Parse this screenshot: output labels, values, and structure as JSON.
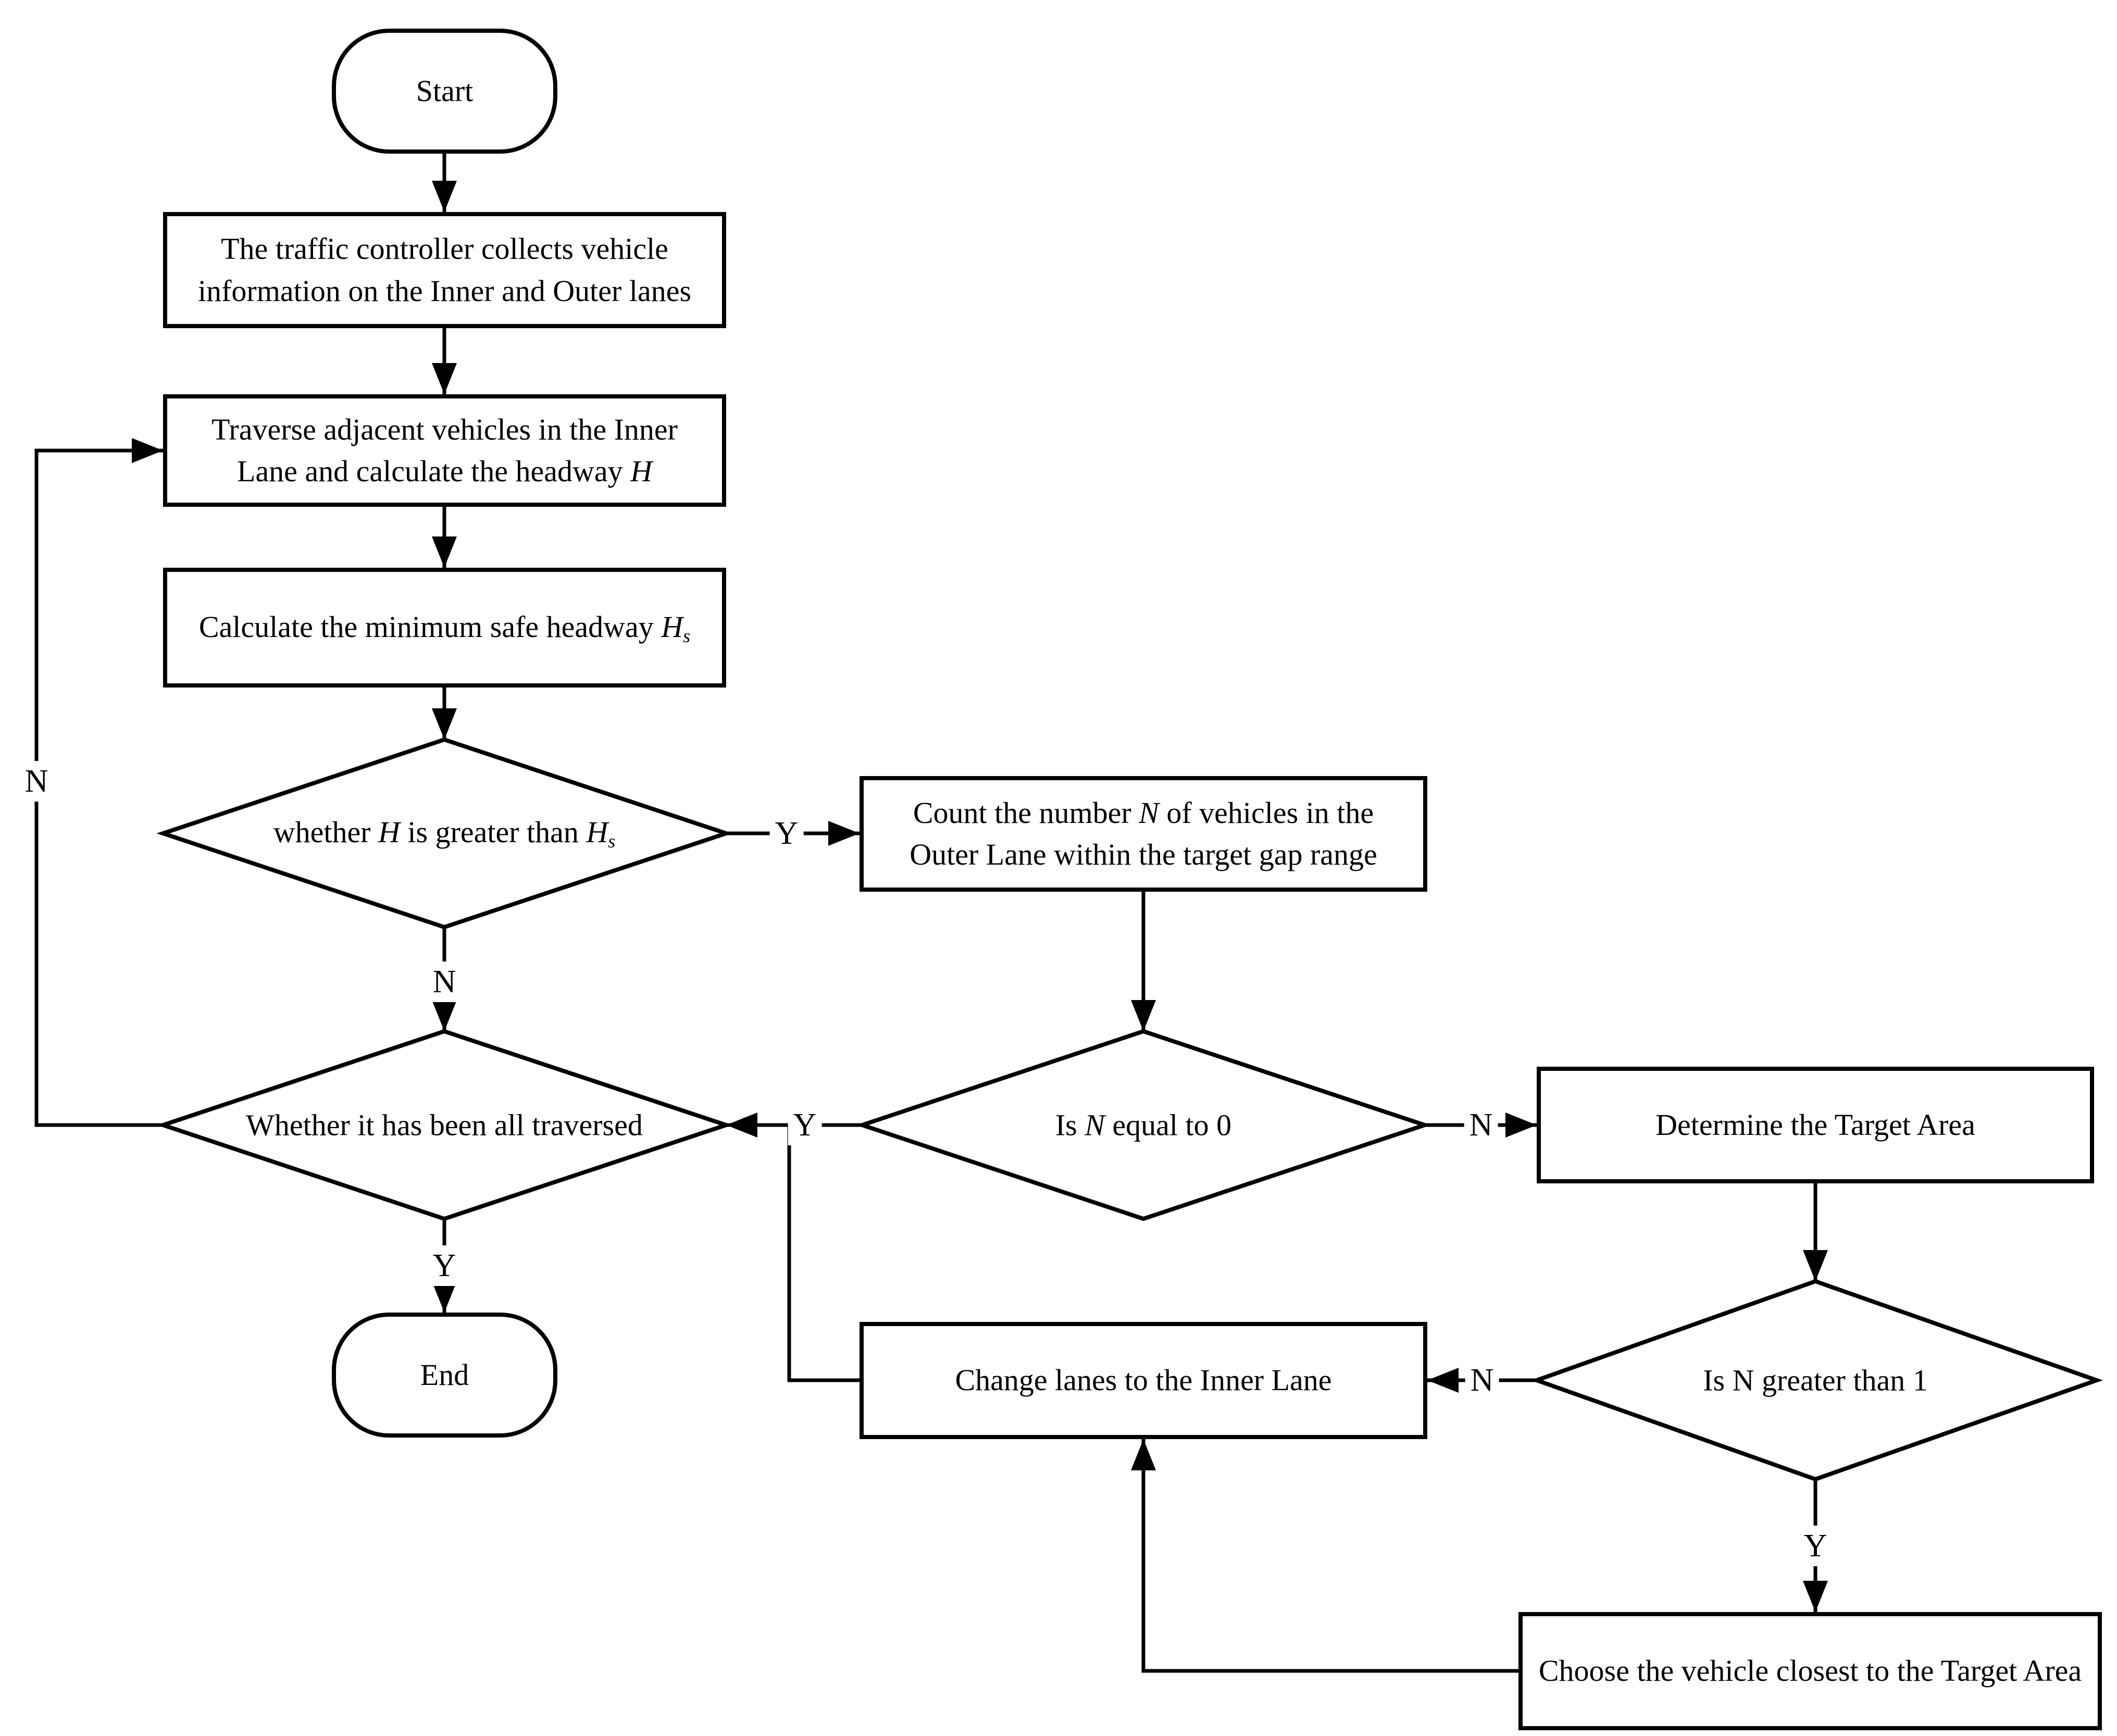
{
  "figure": {
    "type": "flowchart",
    "background_color": "#ffffff",
    "line_color": "#000000",
    "text_color": "#000000"
  },
  "nodes": {
    "start": {
      "shape": "terminator",
      "label": "Start"
    },
    "collect": {
      "shape": "process",
      "segments": [
        {
          "t": "The traffic controller collects vehicle information on the Inner and Outer lanes"
        }
      ]
    },
    "traverse": {
      "shape": "process",
      "segments": [
        {
          "t": "Traverse adjacent vehicles in the Inner Lane and calculate the headway "
        },
        {
          "t": "H",
          "i": true
        }
      ]
    },
    "min_safe": {
      "shape": "process",
      "segments": [
        {
          "t": "Calculate the minimum safe headway "
        },
        {
          "t": "H",
          "i": true
        },
        {
          "t": "s",
          "i": true,
          "sub": true
        }
      ]
    },
    "check_headway": {
      "shape": "decision",
      "segments": [
        {
          "t": "whether "
        },
        {
          "t": "H",
          "i": true
        },
        {
          "t": " is greater than "
        },
        {
          "t": "H",
          "i": true
        },
        {
          "t": "s",
          "i": true,
          "sub": true
        }
      ]
    },
    "count": {
      "shape": "process",
      "segments": [
        {
          "t": "Count the number "
        },
        {
          "t": "N",
          "i": true
        },
        {
          "t": " of vehicles in the Outer Lane within the target  gap range"
        }
      ]
    },
    "all_traversed": {
      "shape": "decision",
      "segments": [
        {
          "t": "Whether it has been all traversed"
        }
      ]
    },
    "n_equal_0": {
      "shape": "decision",
      "segments": [
        {
          "t": "Is "
        },
        {
          "t": "N",
          "i": true
        },
        {
          "t": " equal to 0"
        }
      ]
    },
    "determine_area": {
      "shape": "process",
      "segments": [
        {
          "t": "Determine the Target Area"
        }
      ]
    },
    "n_greater_1": {
      "shape": "decision",
      "segments": [
        {
          "t": "Is N greater than 1"
        }
      ]
    },
    "change_lanes": {
      "shape": "process",
      "segments": [
        {
          "t": "Change lanes to the Inner Lane"
        }
      ]
    },
    "choose_vehicle": {
      "shape": "process",
      "segments": [
        {
          "t": "Choose the vehicle closest to the Target Area"
        }
      ]
    },
    "end": {
      "shape": "terminator",
      "label": "End"
    }
  },
  "edges": [
    {
      "from": "start",
      "to": "collect",
      "label": ""
    },
    {
      "from": "collect",
      "to": "traverse",
      "label": ""
    },
    {
      "from": "traverse",
      "to": "min_safe",
      "label": ""
    },
    {
      "from": "min_safe",
      "to": "check_headway",
      "label": ""
    },
    {
      "from": "check_headway",
      "to": "count",
      "label": "Y"
    },
    {
      "from": "check_headway",
      "to": "all_traversed",
      "label": "N"
    },
    {
      "from": "count",
      "to": "n_equal_0",
      "label": ""
    },
    {
      "from": "n_equal_0",
      "to": "all_traversed",
      "label": "Y"
    },
    {
      "from": "n_equal_0",
      "to": "determine_area",
      "label": "N"
    },
    {
      "from": "determine_area",
      "to": "n_greater_1",
      "label": ""
    },
    {
      "from": "n_greater_1",
      "to": "change_lanes",
      "label": "N"
    },
    {
      "from": "n_greater_1",
      "to": "choose_vehicle",
      "label": "Y"
    },
    {
      "from": "choose_vehicle",
      "to": "change_lanes",
      "label": ""
    },
    {
      "from": "change_lanes",
      "to": "all_traversed",
      "label": ""
    },
    {
      "from": "all_traversed",
      "to": "end",
      "label": "Y"
    },
    {
      "from": "all_traversed",
      "to": "traverse",
      "label": "N"
    }
  ]
}
